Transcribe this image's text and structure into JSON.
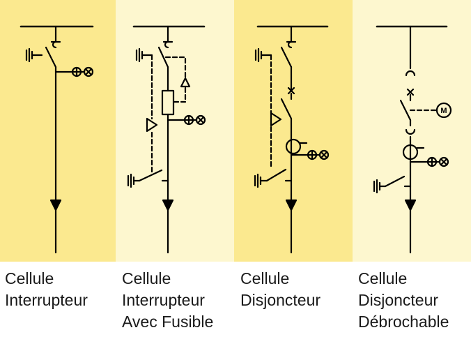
{
  "colors": {
    "panel_1": "#fbe98f",
    "panel_2": "#fdf7cf",
    "panel_3": "#fbe98f",
    "panel_4": "#fdf7cf",
    "line": "#000000"
  },
  "cells": [
    {
      "lines": [
        "Cellule",
        "Interrupteur"
      ]
    },
    {
      "lines": [
        "Cellule",
        "Interrupteur",
        "Avec Fusible"
      ]
    },
    {
      "lines": [
        "Cellule",
        "Disjoncteur"
      ]
    },
    {
      "lines": [
        "Cellule",
        "Disjoncteur",
        "Débrochable"
      ]
    }
  ],
  "motor_label": "M"
}
